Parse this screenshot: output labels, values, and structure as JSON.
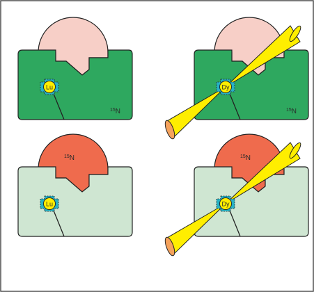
{
  "colors": {
    "frame_border": "#4a4a4a",
    "protein_dark": "#2ea85f",
    "protein_light": "#cfe6d2",
    "ligand_light": "#f7cfc7",
    "ligand_dark": "#ef6b4d",
    "metal_center": "#ffee00",
    "metal_cross": "#27b1c4",
    "laser_cone": "#ffee00",
    "laser_source": "#f5a25c",
    "stroke": "#222222"
  },
  "panels": [
    {
      "id": "top-left",
      "protein_shade": "dark",
      "ligand_shade": "light",
      "metal_label": "Lu",
      "isotope_label": "15N",
      "isotope_on": "protein",
      "laser": false
    },
    {
      "id": "top-right",
      "protein_shade": "dark",
      "ligand_shade": "light",
      "metal_label": "Dy",
      "isotope_label": "15N",
      "isotope_on": "protein",
      "laser": true
    },
    {
      "id": "bottom-left",
      "protein_shade": "light",
      "ligand_shade": "dark",
      "metal_label": "Lu",
      "isotope_label": "15N",
      "isotope_on": "ligand",
      "laser": false
    },
    {
      "id": "bottom-right",
      "protein_shade": "light",
      "ligand_shade": "dark",
      "metal_label": "Dy",
      "isotope_label": "15N",
      "isotope_on": "ligand",
      "laser": true
    }
  ]
}
